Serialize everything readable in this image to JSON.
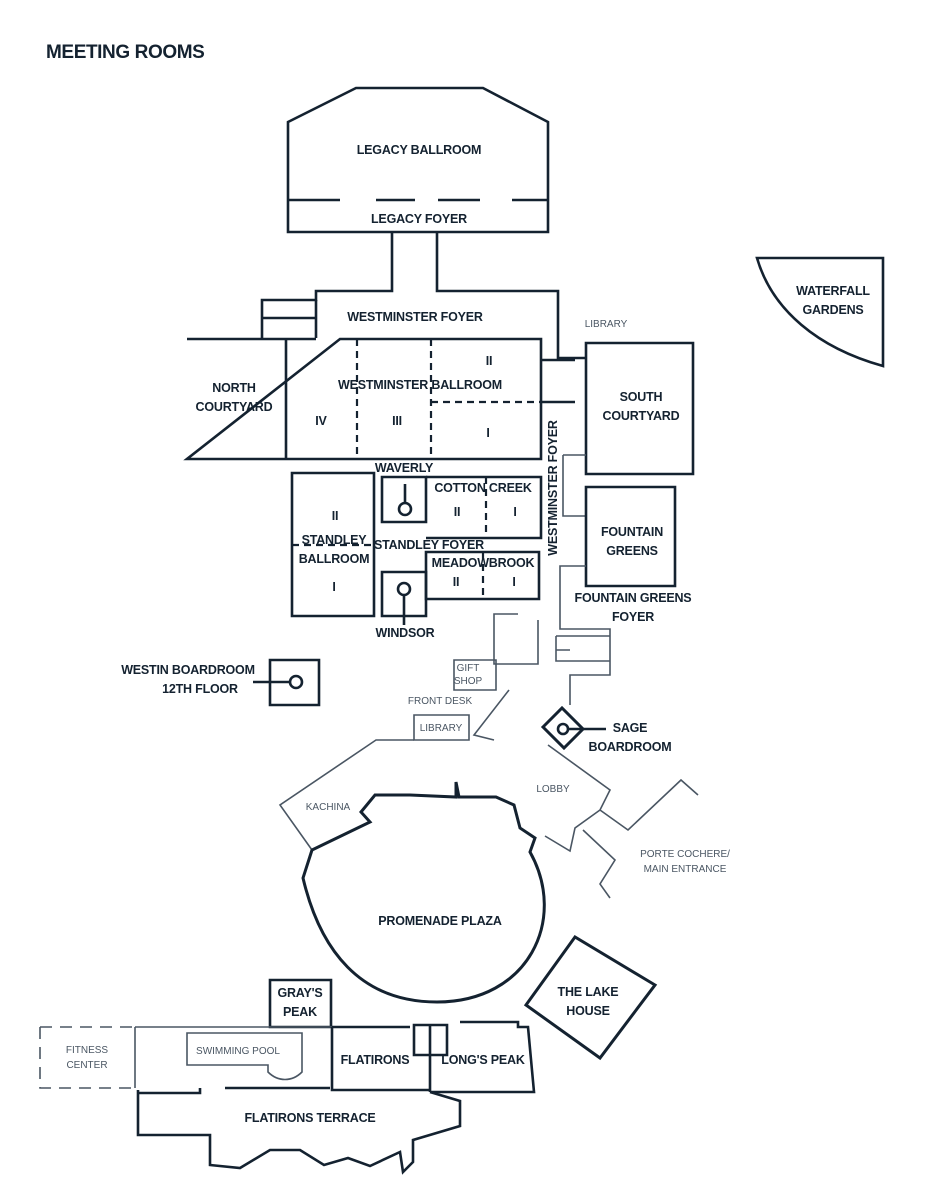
{
  "title": "MEETING ROOMS",
  "rooms": {
    "legacy_ballroom": "LEGACY BALLROOM",
    "legacy_foyer": "LEGACY FOYER",
    "waterfall_gardens_1": "WATERFALL",
    "waterfall_gardens_2": "GARDENS",
    "westminster_foyer": "WESTMINSTER FOYER",
    "library_top": "LIBRARY",
    "north_courtyard_1": "NORTH",
    "north_courtyard_2": "COURTYARD",
    "westminster_ballroom": "WESTMINSTER BALLROOM",
    "section_iv": "IV",
    "section_iii": "III",
    "section_ii": "II",
    "section_i": "I",
    "south_courtyard_1": "SOUTH",
    "south_courtyard_2": "COURTYARD",
    "waverly": "WAVERLY",
    "cotton_creek": "COTTON CREEK",
    "cotton_ii": "II",
    "cotton_i": "I",
    "westminster_foyer_vertical": "WESTMINSTER FOYER",
    "standley_ii": "II",
    "standley_ballroom_1": "STANDLEY",
    "standley_ballroom_2": "BALLROOM",
    "standley_i": "I",
    "standley_foyer": "STANDLEY FOYER",
    "meadowbrook": "MEADOWBROOK",
    "meadow_ii": "II",
    "meadow_i": "I",
    "fountain_greens_1": "FOUNTAIN",
    "fountain_greens_2": "GREENS",
    "fountain_greens_foyer_1": "FOUNTAIN GREENS",
    "fountain_greens_foyer_2": "FOYER",
    "windsor": "WINDSOR",
    "westin_boardroom_1": "WESTIN BOARDROOM",
    "westin_boardroom_2": "12TH FLOOR",
    "gift_shop_1": "GIFT",
    "gift_shop_2": "SHOP",
    "front_desk": "FRONT DESK",
    "library_bottom": "LIBRARY",
    "sage_boardroom_1": "SAGE",
    "sage_boardroom_2": "BOARDROOM",
    "kachina": "KACHINA",
    "lobby": "LOBBY",
    "porte_cochere_1": "PORTE COCHERE/",
    "porte_cochere_2": "MAIN ENTRANCE",
    "promenade_plaza": "PROMENADE PLAZA",
    "the_lake_house_1": "THE LAKE",
    "the_lake_house_2": "HOUSE",
    "grays_peak_1": "GRAY'S",
    "grays_peak_2": "PEAK",
    "fitness_center_1": "FITNESS",
    "fitness_center_2": "CENTER",
    "swimming_pool": "SWIMMING POOL",
    "flatirons": "FLATIRONS",
    "longs_peak": "LONG'S PEAK",
    "flatirons_terrace": "FLATIRONS TERRACE"
  }
}
